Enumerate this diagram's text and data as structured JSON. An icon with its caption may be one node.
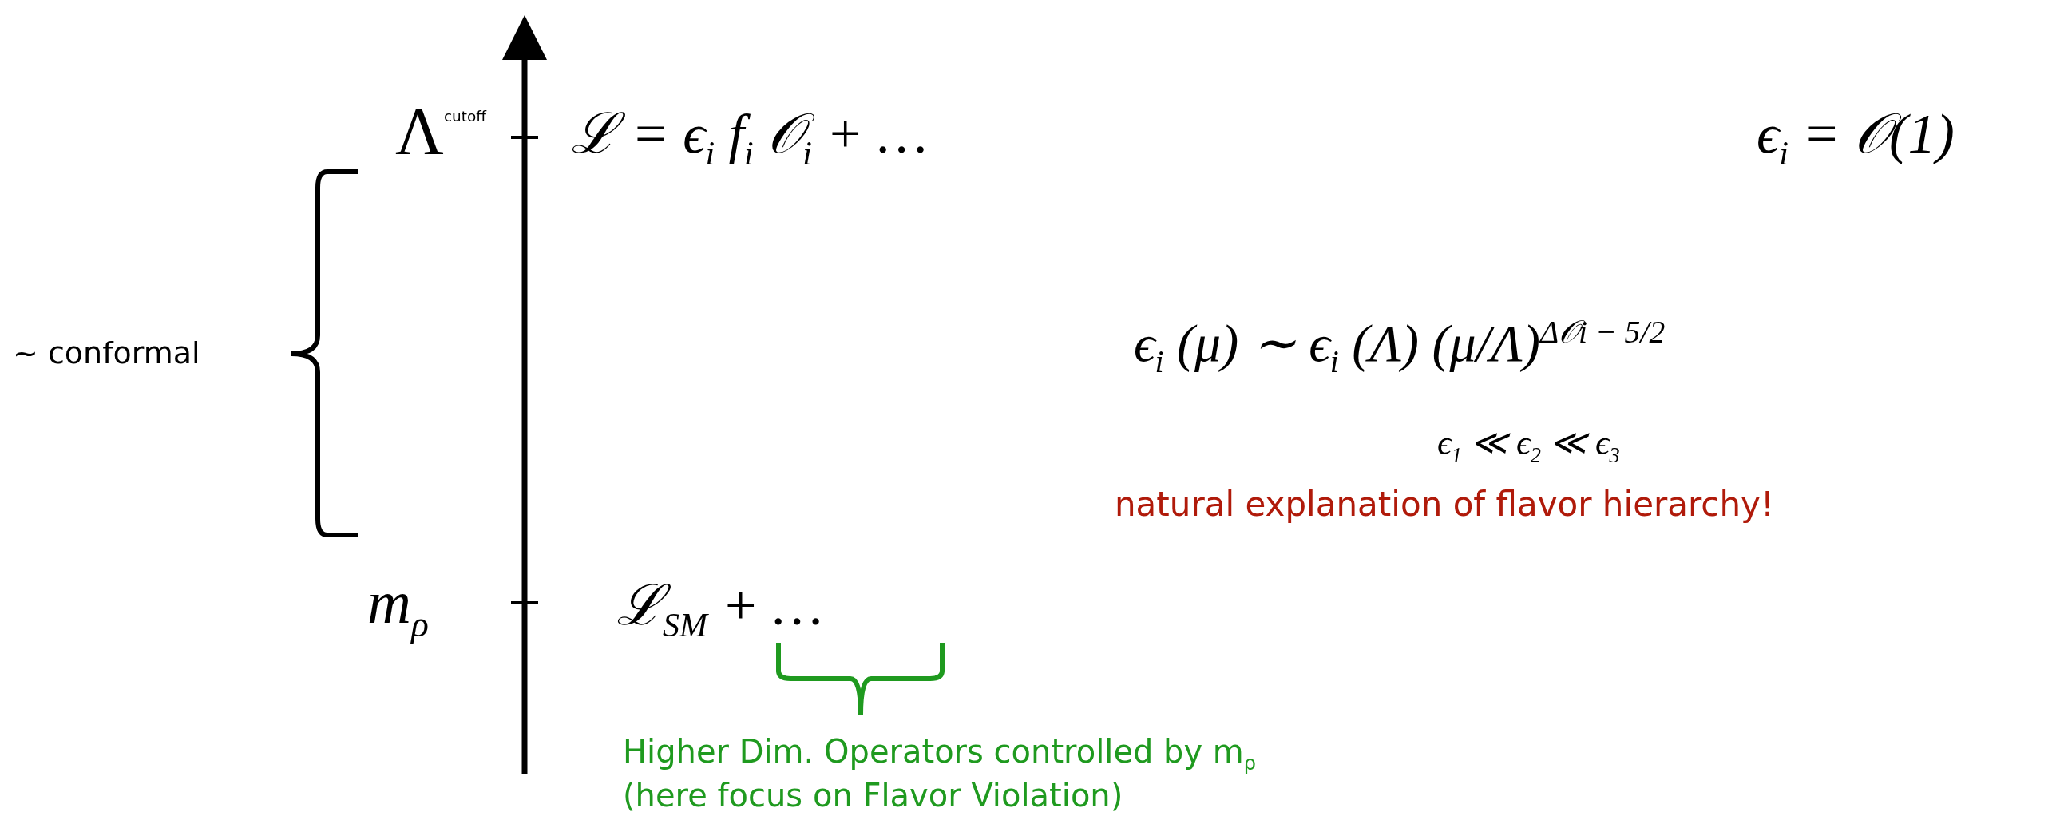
{
  "diagram": {
    "labels": [
      "Λ$^{cutoff}$",
      "ℒ = ϵ$_{i}$ f$_{i}$ 𝒪$_{i}$ + …",
      "ϵ$_{i}$ = 𝒪(1)",
      "ϵ$_{i}$ (μ) ∼ ϵ$_{i}$ (Λ) (μ/Λ)$^{Δ𝒪i − 5/2}$",
      "~ conformal",
      "ϵ$_{1}$ ≪ ϵ$_{2}$ ≪ ϵ$_{3}$",
      "natural explanation of flavor hierarchy!",
      "m$_{ρ}$",
      "ℒ$_{SM}$ + …",
      "Higher Dim. Operators controlled by m$_{ρ}$",
      "(here focus on Flavor Violation)"
    ]
  }
}
